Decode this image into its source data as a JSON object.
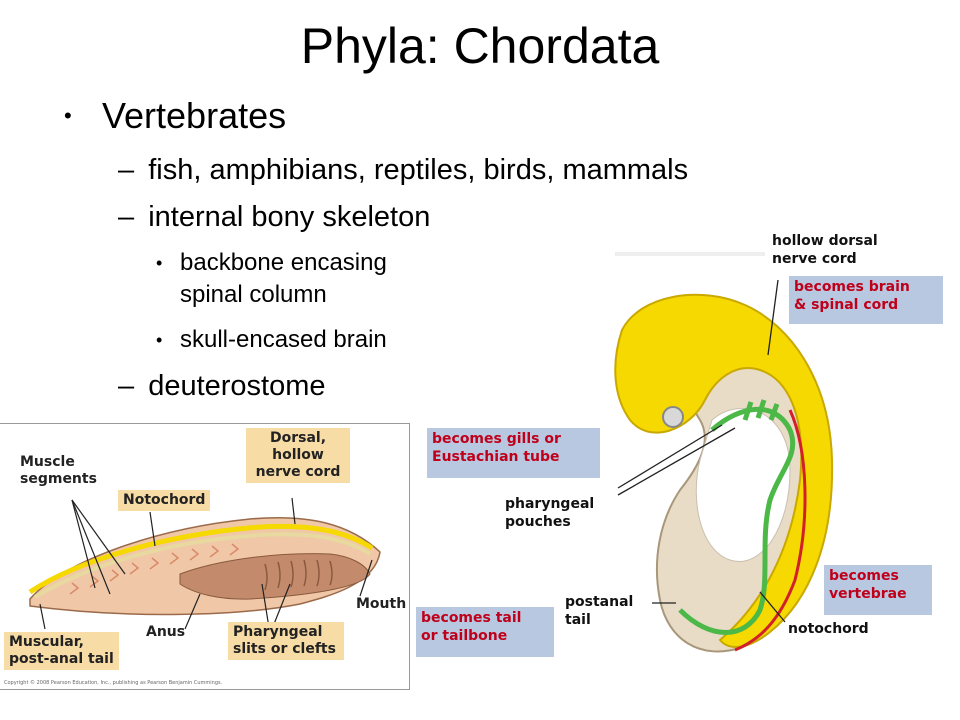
{
  "slide": {
    "title": "Phyla: Chordata",
    "bullet_l1": "Vertebrates",
    "sub_bullets": [
      "fish, amphibians, reptiles, birds, mammals",
      "internal bony skeleton",
      "deuterostome"
    ],
    "sub_sub_bullets": [
      "backbone encasing spinal column",
      "skull-encased brain"
    ],
    "sub_sub_bullet_lines": [
      "backbone encasing",
      "spinal column"
    ]
  },
  "embryo_figure": {
    "labels": {
      "hollow_dorsal": [
        "hollow dorsal",
        "nerve cord"
      ],
      "pharyngeal": [
        "pharyngeal",
        "pouches"
      ],
      "postanal": [
        "postanal",
        "tail"
      ],
      "notochord": "notochord"
    },
    "callouts": {
      "brain": [
        "becomes brain",
        "& spinal cord"
      ],
      "gills": [
        "becomes gills or",
        "Eustachian tube"
      ],
      "tail": [
        "becomes tail",
        "or tailbone"
      ],
      "vertebrae": [
        "becomes",
        "vertebrae"
      ]
    }
  },
  "lancelet_figure": {
    "labels": {
      "muscle": [
        "Muscle",
        "segments"
      ],
      "dorsal": [
        "Dorsal,",
        "hollow",
        "nerve cord"
      ],
      "notochord": "Notochord",
      "mouth": "Mouth",
      "anus": "Anus",
      "muscular": [
        "Muscular,",
        "post-anal tail"
      ],
      "pharyngeal": [
        "Pharyngeal",
        "slits or clefts"
      ]
    },
    "copyright": "Copyright © 2008 Pearson Education, Inc., publishing as Pearson Benjamin Cummings."
  },
  "colors": {
    "callout_bg": "#b8c8e1",
    "callout_text": "#c0001a",
    "embryo_yellow": "#f5d900",
    "pharynx_green": "#4cb848",
    "tan_label": "#f7dca6"
  }
}
